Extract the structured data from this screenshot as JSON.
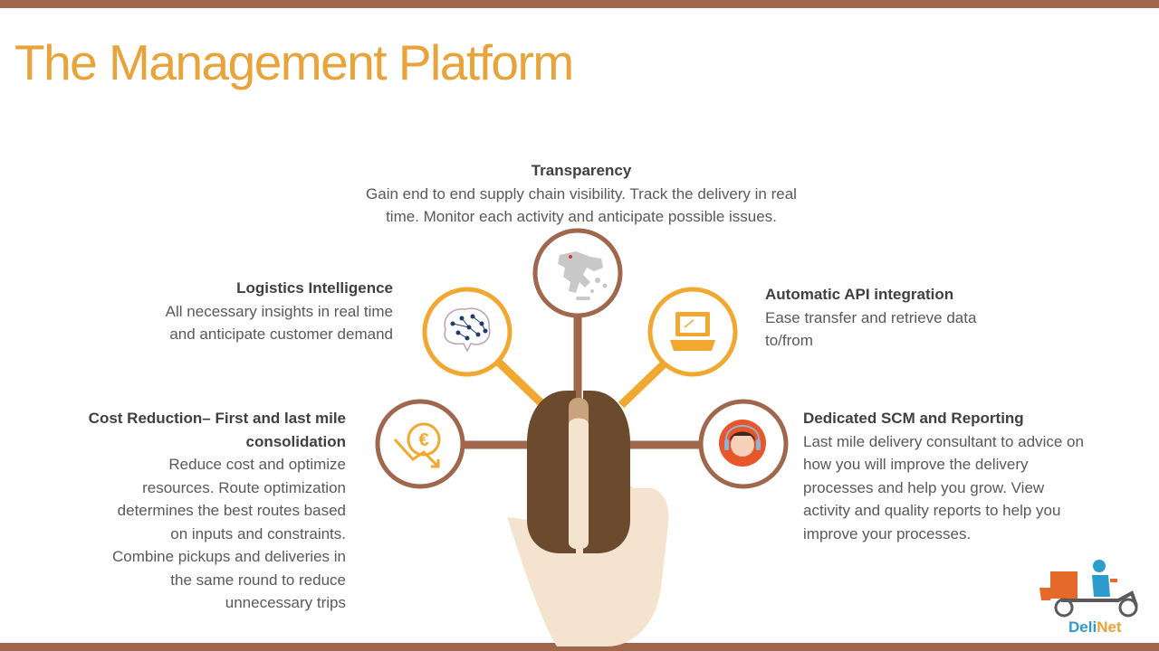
{
  "title": "The Management Platform",
  "colors": {
    "accent_orange": "#E8A33A",
    "brown": "#A0674C",
    "dark_brown": "#6B4A2E",
    "skin": "#F4E3CF"
  },
  "features": {
    "transparency": {
      "heading": "Transparency",
      "lines": [
        "Gain end to end supply chain visibility. Track the delivery in real",
        "time. Monitor each activity and anticipate possible issues."
      ],
      "icon": "greece-map-icon"
    },
    "logistics": {
      "heading": "Logistics Intelligence",
      "lines": [
        "All necessary  insights in real time",
        "and anticipate customer demand"
      ],
      "icon": "brain-network-icon"
    },
    "api": {
      "heading": "Automatic API integration",
      "lines": [
        "Ease transfer and retrieve data",
        "to/from"
      ],
      "icon": "laptop-icon"
    },
    "cost": {
      "heading_lines": [
        "Cost Reduction– First and last mile",
        "consolidation"
      ],
      "lines": [
        "Reduce cost and optimize",
        "resources.  Route optimization",
        "determines the best routes based",
        "on inputs and constraints.",
        "Combine pickups and deliveries in",
        "the same round to reduce",
        "unnecessary trips"
      ],
      "icon": "euro-down-icon"
    },
    "scm": {
      "heading": "Dedicated SCM and Reporting",
      "lines": [
        "Last mile delivery consultant to advice on",
        "how you will improve the delivery",
        "processes and help you grow. View",
        "activity and quality reports to help you",
        "improve your processes."
      ],
      "icon": "support-agent-icon"
    }
  },
  "logo": {
    "part1": "Deli",
    "part2": "Net"
  }
}
